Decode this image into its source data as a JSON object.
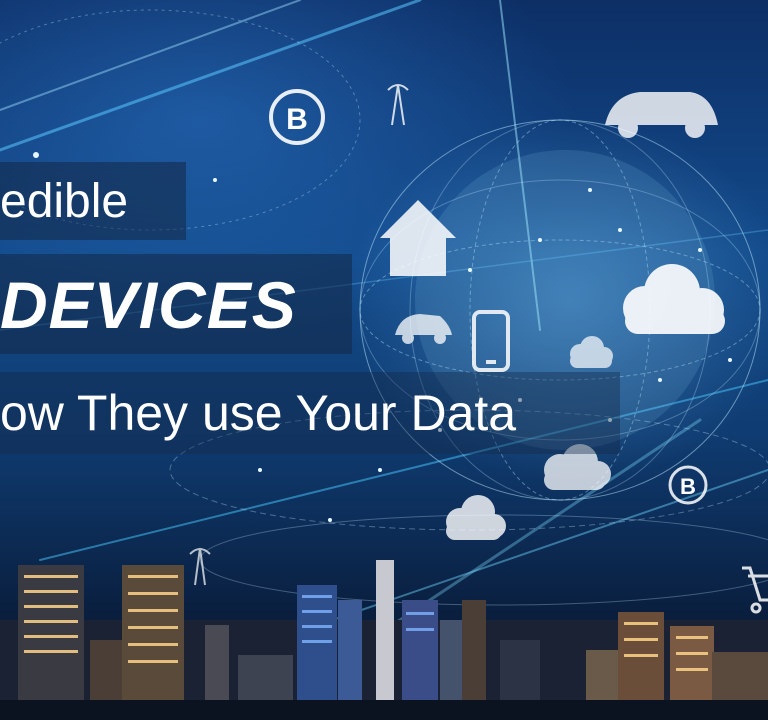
{
  "banner": {
    "line1": "edible",
    "line2": "DEVICES",
    "line3": "ow They use Your Data"
  },
  "icons": [
    "bitcoin-icon",
    "car-icon",
    "home-icon",
    "cloud-icon",
    "smartphone-icon",
    "shopping-cart-icon",
    "wifi-tower-icon"
  ],
  "colors": {
    "sky": "#0d2f66",
    "glow": "#7fd3ff",
    "text": "#ffffff",
    "band": "#142846"
  }
}
